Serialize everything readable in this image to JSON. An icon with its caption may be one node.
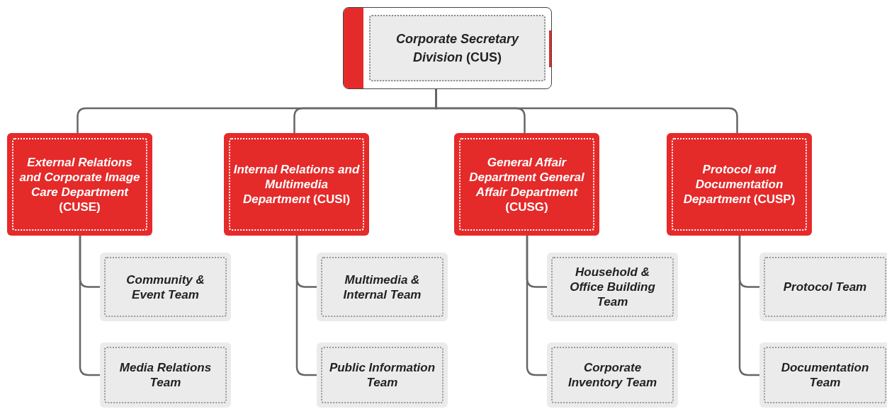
{
  "diagram": {
    "nodes": [
      {
        "text": [
          "*Corporate Secretary Division* (CUS)"
        ]
      },
      {
        "text": [
          "*External Relations and Corporate Image Care Department* (CUSE)"
        ]
      },
      {
        "text": [
          "Community & Event Team"
        ]
      },
      {
        "text": [
          "Media Relations Team"
        ]
      },
      {
        "text": [
          "*Internal Relations and Multimedia Department* (CUSI)"
        ]
      },
      {
        "text": [
          "Multimedia & Internal Team"
        ]
      },
      {
        "text": [
          "Public Information Team"
        ]
      },
      {
        "text": [
          "*General Affair Department General Affair Department* (CUSG)"
        ]
      },
      {
        "text": [
          "Household & Office Building Team"
        ]
      },
      {
        "text": [
          "Corporate Inventory Team"
        ]
      },
      {
        "text": [
          "*Protocol and Documentation Department* (CUSP)"
        ]
      },
      {
        "text": [
          "Protocol Team"
        ]
      },
      {
        "text": [
          "Documentation Team"
        ]
      }
    ],
    "edges": [
      {
        "from": 0,
        "to": 1,
        "arrow": "none"
      },
      {
        "from": 0,
        "to": 4,
        "arrow": "none"
      },
      {
        "from": 0,
        "to": 7,
        "arrow": "none"
      },
      {
        "from": 0,
        "to": 10,
        "arrow": "none"
      },
      {
        "from": 1,
        "to": 2,
        "arrow": "none"
      },
      {
        "from": 1,
        "to": 3,
        "arrow": "none"
      },
      {
        "from": 4,
        "to": 5,
        "arrow": "none"
      },
      {
        "from": 4,
        "to": 6,
        "arrow": "none"
      },
      {
        "from": 7,
        "to": 8,
        "arrow": "none"
      },
      {
        "from": 7,
        "to": 9,
        "arrow": "none"
      },
      {
        "from": 10,
        "to": 11,
        "arrow": "none"
      },
      {
        "from": 10,
        "to": 12,
        "arrow": "none"
      }
    ]
  }
}
